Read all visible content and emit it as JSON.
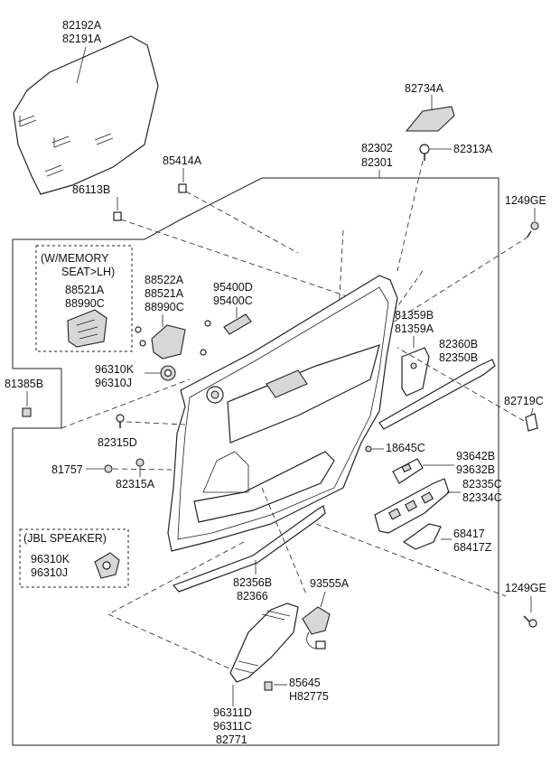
{
  "labels": {
    "pad_a": "82192A",
    "pad_b": "82191A",
    "cap_top": "82734A",
    "clip_85414a": "85414A",
    "trim_a": "82302",
    "trim_b": "82301",
    "screw_82313a": "82313A",
    "clip_86113b": "86113B",
    "screw_1249ge_top": "1249GE",
    "memory_note_line1": "(W/MEMORY",
    "memory_note_line2": "SEAT>LH)",
    "memory_part_a": "88521A",
    "memory_part_b": "88990C",
    "handle_a": "88522A",
    "handle_b": "88521A",
    "handle_c": "88990C",
    "lamp_a": "95400D",
    "lamp_b": "95400C",
    "switch_81359b": "81359B",
    "switch_81359a": "81359A",
    "strip_a": "82360B",
    "strip_b": "82350B",
    "speaker_a": "96310K",
    "speaker_b": "96310J",
    "clip_81385b": "81385B",
    "cap_82719c": "82719C",
    "clip_82315d": "82315D",
    "clip_18645c": "18645C",
    "switch_93642b": "93642B",
    "switch_93632b": "93632B",
    "clip_81757": "81757",
    "clip_82315a": "82315A",
    "pocket_a": "82335C",
    "pocket_b": "82334C",
    "cover_a": "68417",
    "cover_b": "68417Z",
    "jbl_note": "(JBL SPEAKER)",
    "jbl_part_a": "96310K",
    "jbl_part_b": "96310J",
    "weatherstrip_a": "82356B",
    "weatherstrip_b": "82366",
    "lamp_93555a": "93555A",
    "screw_1249ge_bottom": "1249GE",
    "screen_85645": "85645",
    "screen_h82775": "H82775",
    "grille_a": "96311D",
    "grille_b": "96311C",
    "grille_c": "82771"
  },
  "icons": [
    "screw-icon",
    "clip-icon",
    "speaker-icon",
    "switch-icon"
  ]
}
